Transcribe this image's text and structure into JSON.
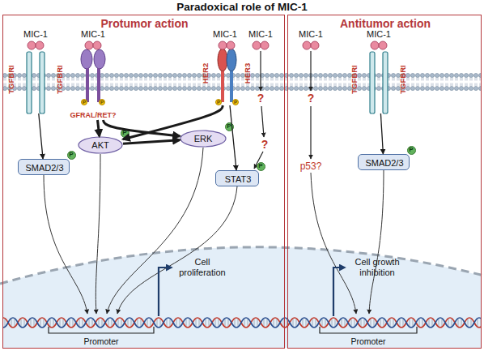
{
  "diagram": {
    "title": "Paradoxical role of MIC-1",
    "nodes": [
      {
        "text": [
          "Protumor action"
        ]
      },
      {
        "text": [
          "TGFBRI",
          "TGFBRI"
        ],
        "in": 0
      },
      {
        "text": [
          "GFRAL/RET?"
        ],
        "in": 0
      },
      {
        "text": [
          "HER2",
          "HER3"
        ],
        "in": 0
      },
      {
        "text": [
          "AKT"
        ],
        "in": 0
      },
      {
        "text": [
          "ERK"
        ],
        "in": 0
      },
      {
        "text": [
          "SMAD2/3"
        ],
        "in": 0
      },
      {
        "text": [
          "STAT3"
        ],
        "in": 0
      },
      {
        "text": [
          "Antitumor action"
        ]
      },
      {
        "text": [
          "TGFBRI",
          "TGFBRI"
        ],
        "in": 8
      },
      {
        "text": [
          "SMAD2/3"
        ],
        "in": 8
      }
    ],
    "edges": [
      {
        "from": 1,
        "to": 6,
        "arrow": "to"
      },
      {
        "from": 2,
        "to": 4,
        "arrow": "to"
      },
      {
        "from": 2,
        "to": 5,
        "arrow": "to"
      },
      {
        "from": 3,
        "to": 4,
        "arrow": "to"
      },
      {
        "from": 3,
        "to": 7,
        "arrow": "to"
      },
      {
        "from": 4,
        "to": 5,
        "arrow": "to"
      },
      {
        "from": 9,
        "to": 10,
        "arrow": "to"
      }
    ],
    "labels": [
      "MIC-1",
      "MIC-1",
      "MIC-1",
      "MIC-1",
      "MIC-1",
      "MIC-1",
      "?",
      "?",
      "?",
      "p53?",
      "P",
      "P",
      "P",
      "P",
      "P",
      "P",
      "P",
      "P",
      "P",
      "Promoter",
      "Cell proliferation",
      "Promoter",
      "Cell growth inhibition"
    ]
  }
}
